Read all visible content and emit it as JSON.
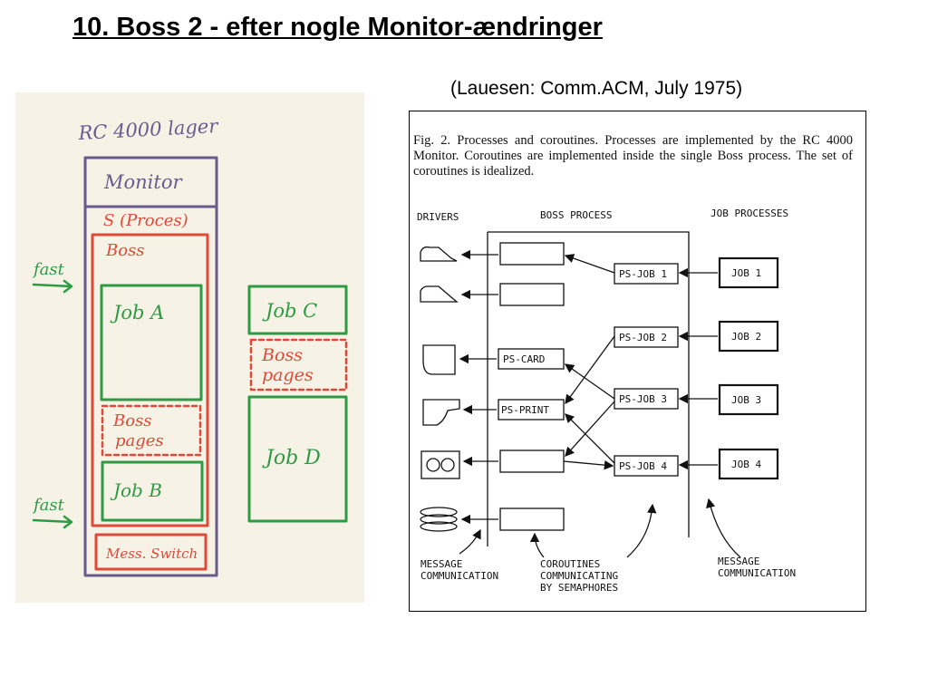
{
  "slide": {
    "title": "10. Boss 2 - efter nogle Monitor-ændringer",
    "source": "(Lauesen: Comm.ACM, July 1975)"
  },
  "sketch": {
    "heading": "RC 4000 lager",
    "monitor": "Monitor",
    "s_proces": "S (Proces)",
    "boss": "Boss",
    "job_a": "Job A",
    "boss_pages_1a": "Boss",
    "boss_pages_1b": "pages",
    "job_b": "Job B",
    "mess_switch": "Mess. Switch",
    "fast_1": "fast",
    "fast_2": "fast",
    "job_c": "Job C",
    "boss_pages_2a": "Boss",
    "boss_pages_2b": "pages",
    "job_d": "Job D",
    "colors": {
      "purple": "#6b5a8e",
      "red": "#e04838",
      "green": "#2e9a44",
      "paper": "#f6f2e6"
    }
  },
  "figure": {
    "caption": "Fig. 2. Processes and coroutines. Processes are implemented by the RC 4000 Monitor. Coroutines are implemented inside the single Boss process. The set of coroutines is idealized.",
    "headers": {
      "drivers": "DRIVERS",
      "boss_process": "BOSS PROCESS",
      "job_processes": "JOB PROCESSES"
    },
    "coroutines": {
      "ps_card": "PS-CARD",
      "ps_print": "PS-PRINT"
    },
    "ps_jobs": [
      "PS-JOB 1",
      "PS-JOB 2",
      "PS-JOB 3",
      "PS-JOB 4"
    ],
    "jobs": [
      "JOB 1",
      "JOB 2",
      "JOB 3",
      "JOB 4"
    ],
    "notes": {
      "msg_left_1": "MESSAGE",
      "msg_left_2": "COMMUNICATION",
      "coro_1": "COROUTINES",
      "coro_2": "COMMUNICATING",
      "coro_3": "BY SEMAPHORES",
      "msg_right_1": "MESSAGE",
      "msg_right_2": "COMMUNICATION"
    }
  }
}
